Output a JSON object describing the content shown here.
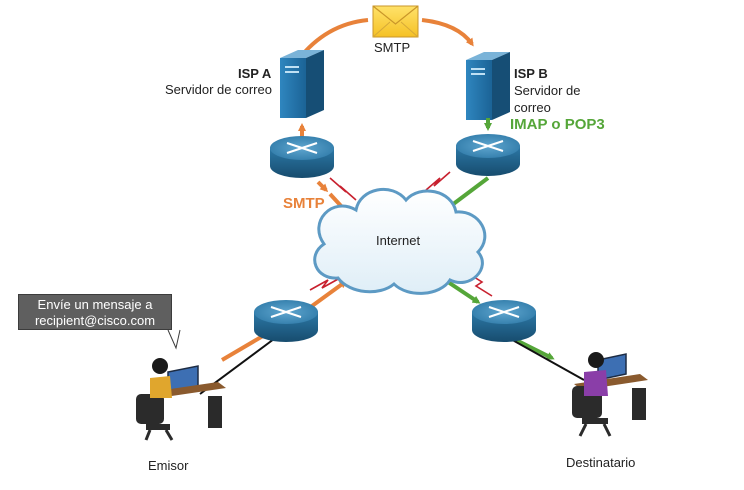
{
  "isp_a": {
    "name": "ISP A",
    "desc": "Servidor de correo"
  },
  "isp_b": {
    "name": "ISP B",
    "desc_line1": "Servidor de",
    "desc_line2": "correo"
  },
  "top_protocol": "SMTP",
  "left_protocol": "SMTP",
  "right_protocol": "IMAP o POP3",
  "cloud_label": "Internet",
  "callout": {
    "line1": "Envíe un mensaje a",
    "line2": "recipient@cisco.com"
  },
  "sender_label": "Emisor",
  "recipient_label": "Destinatario",
  "colors": {
    "smtp": "#e8823a",
    "imap": "#55a639",
    "wan_link": "#c8202e",
    "server": "#1d6fa5",
    "router": "#2a6f9a"
  }
}
